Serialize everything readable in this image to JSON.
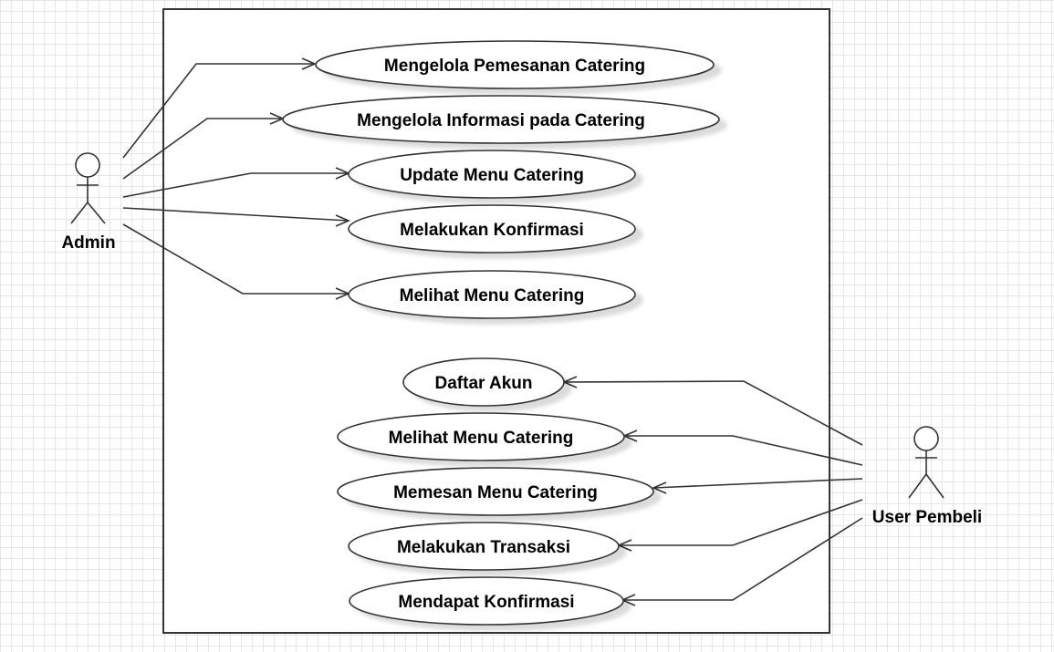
{
  "actors": {
    "admin": {
      "label": "Admin"
    },
    "user": {
      "label": "User Pembeli"
    }
  },
  "admin_use_cases": [
    {
      "label": "Mengelola Pemesanan Catering"
    },
    {
      "label": "Mengelola Informasi pada Catering"
    },
    {
      "label": "Update Menu Catering"
    },
    {
      "label": "Melakukan Konfirmasi"
    },
    {
      "label": "Melihat Menu Catering"
    }
  ],
  "user_use_cases": [
    {
      "label": "Daftar Akun"
    },
    {
      "label": "Melihat Menu Catering"
    },
    {
      "label": "Memesan Menu Catering"
    },
    {
      "label": "Melakukan Transaksi"
    },
    {
      "label": "Mendapat Konfirmasi"
    }
  ]
}
